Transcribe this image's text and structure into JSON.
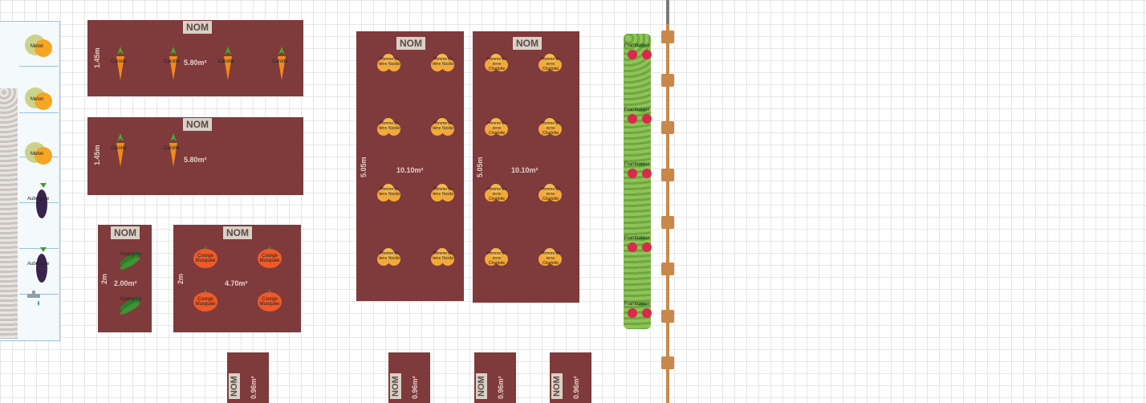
{
  "beds": {
    "nom_label": "NOM",
    "b1": {
      "area": "5.80m²",
      "dim": "1.45m"
    },
    "b2": {
      "area": "5.80m²",
      "dim": "1.45m"
    },
    "b3": {
      "area": "2.00m²",
      "dim": "2m"
    },
    "b4": {
      "area": "4.70m²",
      "dim": "2m"
    },
    "b5": {
      "area": "10.10m²",
      "dim": "5.05m"
    },
    "b6": {
      "area": "10.10m²",
      "dim": "5.05m"
    },
    "small": {
      "area": "0.96m²"
    }
  },
  "plants": {
    "carotte": "Carotte",
    "melon": "Melon",
    "aubergine": "Aubergine",
    "courgette": "Courgette",
    "courge": "Courge Musquée",
    "pomme_nicola": "Pomme de terre Nicola",
    "pomme_charlotte": "Pomme de terre Charlotte",
    "framboisier": "Framboisier"
  },
  "colors": {
    "bed": "#7f3a3c",
    "grid": "#e6e6e6",
    "fence": "#c8884a"
  }
}
